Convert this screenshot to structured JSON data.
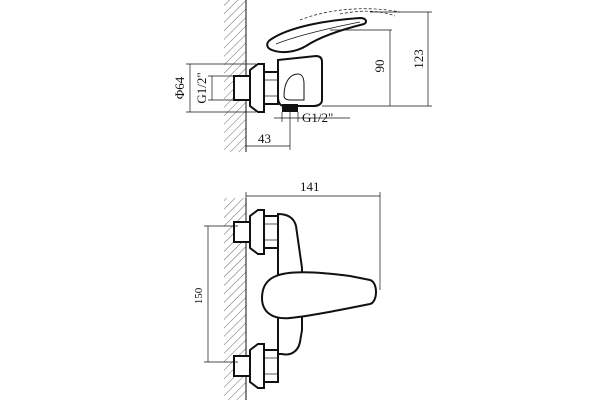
{
  "drawing": {
    "side_view": {
      "dim_height_spout": "123",
      "dim_height_handle": "90",
      "dim_flange_diameter": "Φ64",
      "dim_inlet_thread": "G1/2\"",
      "dim_outlet_thread": "G1/2\"",
      "dim_wall_offset": "43"
    },
    "front_view": {
      "dim_total_length": "141",
      "dim_inlet_spacing": "150"
    }
  }
}
